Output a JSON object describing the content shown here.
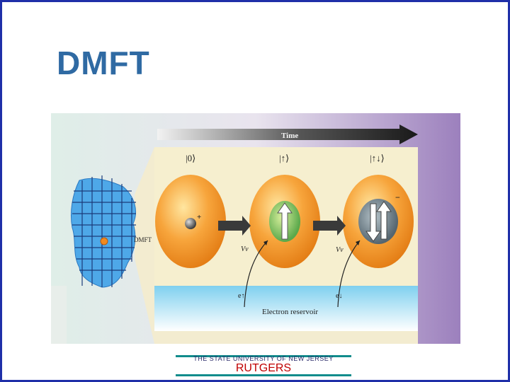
{
  "slide": {
    "title": "DMFT",
    "footer": {
      "university": "THE STATE UNIVERSITY OF NEW JERSEY",
      "name": "RUTGERS"
    }
  },
  "figure": {
    "time_label": "Time",
    "dmft_label": "DMFT",
    "states": [
      "|0⟩",
      "|↑⟩",
      "|↑↓⟩"
    ],
    "hopping_labels": [
      "Vν",
      "Vν"
    ],
    "electron_labels": [
      "e↑",
      "e↓"
    ],
    "charge_plus": "+",
    "charge_minus": "−",
    "reservoir_label": "Electron reservoir"
  }
}
